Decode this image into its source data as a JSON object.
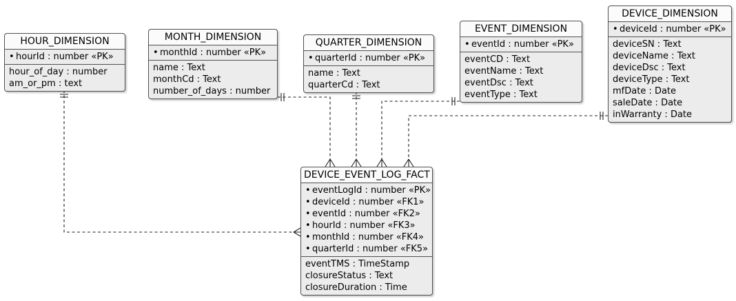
{
  "diagram": {
    "type": "entity-relationship-diagram",
    "notation": "crow's-foot, dashed connectors",
    "key_bullet": "•",
    "colors": {
      "background": "#ffffff",
      "body_fill": "#ececec",
      "header_fill": "#fbfbfb",
      "border": "#4f4f4f",
      "line": "#1c1c1c",
      "text": "#000000"
    }
  },
  "entities": [
    {
      "id": "hour_dimension",
      "title": "HOUR_DIMENSION",
      "keys": [
        "hourId : number «PK»"
      ],
      "attributes": [
        "hour_of_day : number",
        "am_or_pm : text"
      ]
    },
    {
      "id": "month_dimension",
      "title": "MONTH_DIMENSION",
      "keys": [
        "monthId : number «PK»"
      ],
      "attributes": [
        "name : Text",
        "monthCd : Text",
        "number_of_days : number"
      ]
    },
    {
      "id": "quarter_dimension",
      "title": "QUARTER_DIMENSION",
      "keys": [
        "quarterId : number «PK»"
      ],
      "attributes": [
        "name : Text",
        "quarterCd : Text"
      ]
    },
    {
      "id": "event_dimension",
      "title": "EVENT_DIMENSION",
      "keys": [
        "eventId : number «PK»"
      ],
      "attributes": [
        "eventCD : Text",
        "eventName : Text",
        "eventDsc : Text",
        "eventType : Text"
      ]
    },
    {
      "id": "device_dimension",
      "title": "DEVICE_DIMENSION",
      "keys": [
        "deviceId : number «PK»"
      ],
      "attributes": [
        "deviceSN : Text",
        "deviceName : Text",
        "deviceDsc : Text",
        "deviceType : Text",
        "mfDate : Date",
        "saleDate : Date",
        "inWarranty : Date"
      ]
    },
    {
      "id": "device_event_log_fact",
      "title": "DEVICE_EVENT_LOG_FACT",
      "keys": [
        "eventLogId : number «PK»",
        "deviceId : number «FK1»",
        "eventId : number «FK2»",
        "hourId : number «FK3»",
        "monthId : number «FK4»",
        "quarterId : number «FK5»"
      ],
      "attributes": [
        "eventTMS : TimeStamp",
        "closureStatus : Text",
        "closureDuration : Time"
      ]
    }
  ],
  "relationships": [
    {
      "from": "HOUR_DIMENSION",
      "to": "DEVICE_EVENT_LOG_FACT",
      "from_cardinality": "exactly one",
      "to_cardinality": "many"
    },
    {
      "from": "MONTH_DIMENSION",
      "to": "DEVICE_EVENT_LOG_FACT",
      "from_cardinality": "exactly one",
      "to_cardinality": "many"
    },
    {
      "from": "QUARTER_DIMENSION",
      "to": "DEVICE_EVENT_LOG_FACT",
      "from_cardinality": "exactly one",
      "to_cardinality": "many"
    },
    {
      "from": "EVENT_DIMENSION",
      "to": "DEVICE_EVENT_LOG_FACT",
      "from_cardinality": "exactly one",
      "to_cardinality": "many"
    },
    {
      "from": "DEVICE_DIMENSION",
      "to": "DEVICE_EVENT_LOG_FACT",
      "from_cardinality": "exactly one",
      "to_cardinality": "many"
    }
  ]
}
